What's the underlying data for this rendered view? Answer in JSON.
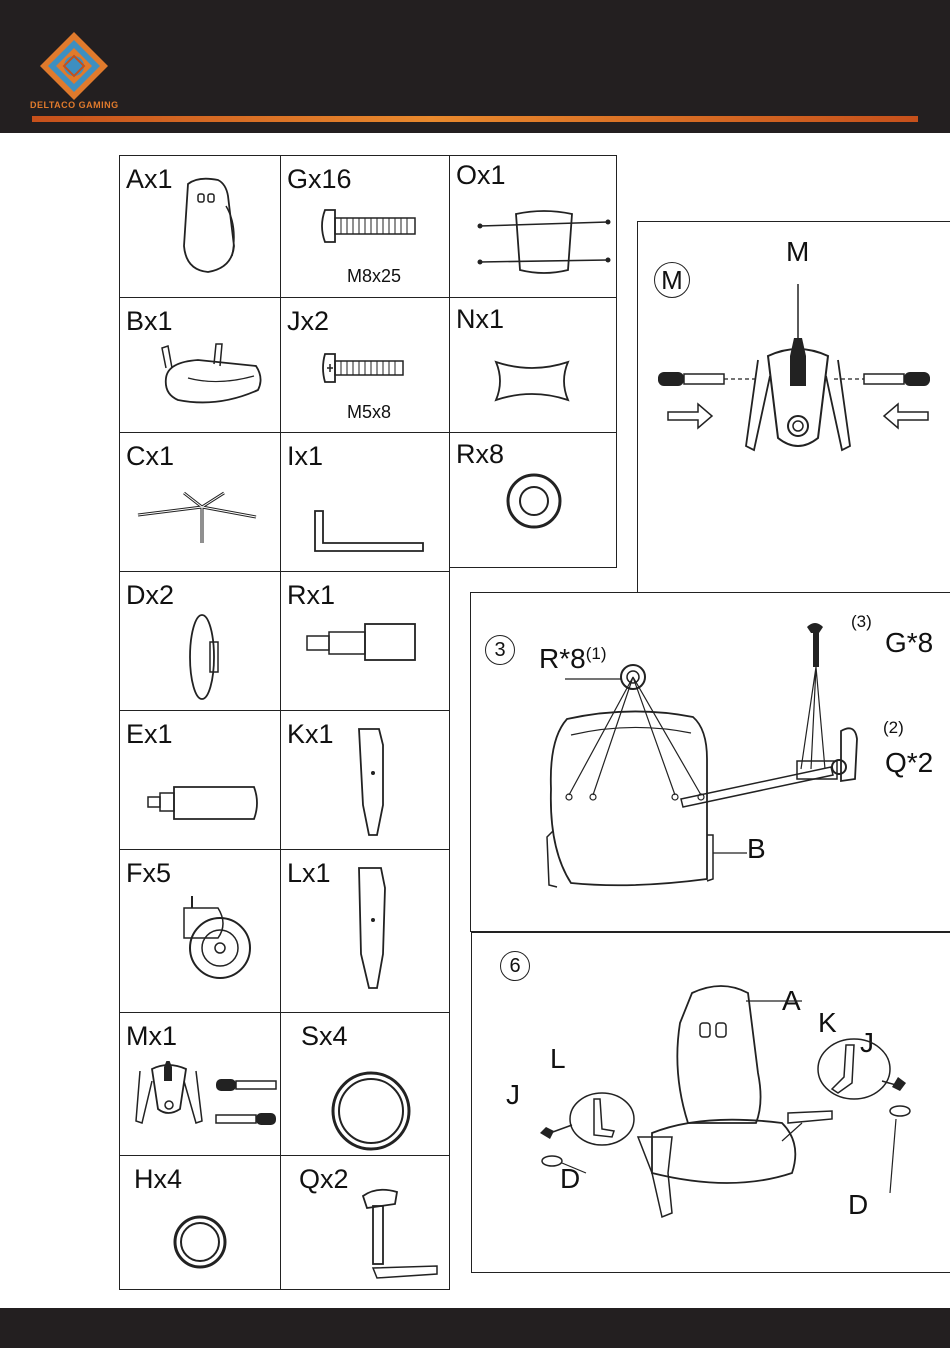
{
  "header": {
    "brand": "DELTACO GAMING",
    "accent": "#e9892d",
    "background": "#231f20"
  },
  "parts": [
    {
      "id": "A",
      "label": "Ax1"
    },
    {
      "id": "G",
      "label": "Gx16",
      "spec": "M8x25"
    },
    {
      "id": "O",
      "label": "Ox1"
    },
    {
      "id": "B",
      "label": "Bx1"
    },
    {
      "id": "J",
      "label": "Jx2",
      "spec": "M5x8"
    },
    {
      "id": "N",
      "label": "Nx1"
    },
    {
      "id": "C",
      "label": "Cx1"
    },
    {
      "id": "I",
      "label": "Ix1"
    },
    {
      "id": "R",
      "label": "Rx8"
    },
    {
      "id": "D",
      "label": "Dx2"
    },
    {
      "id": "R2",
      "label": "Rx1"
    },
    {
      "id": "E",
      "label": "Ex1"
    },
    {
      "id": "K",
      "label": "Kx1"
    },
    {
      "id": "F",
      "label": "Fx5"
    },
    {
      "id": "L",
      "label": "Lx1"
    },
    {
      "id": "M",
      "label": "Mx1"
    },
    {
      "id": "S",
      "label": "Sx4"
    },
    {
      "id": "H",
      "label": "Hx4"
    },
    {
      "id": "Q",
      "label": "Qx2"
    }
  ],
  "panel_m": {
    "step": "M",
    "callout": "M"
  },
  "panel_3": {
    "step": "3",
    "r_label": "R*8",
    "r_note": "(1)",
    "g_note": "(3)",
    "g_label": "G*8",
    "q_note": "(2)",
    "q_label": "Q*2",
    "b_label": "B"
  },
  "panel_6": {
    "step": "6",
    "a": "A",
    "k": "K",
    "j_right": "J",
    "l": "L",
    "j_left": "J",
    "d_left": "D",
    "d_right": "D"
  }
}
